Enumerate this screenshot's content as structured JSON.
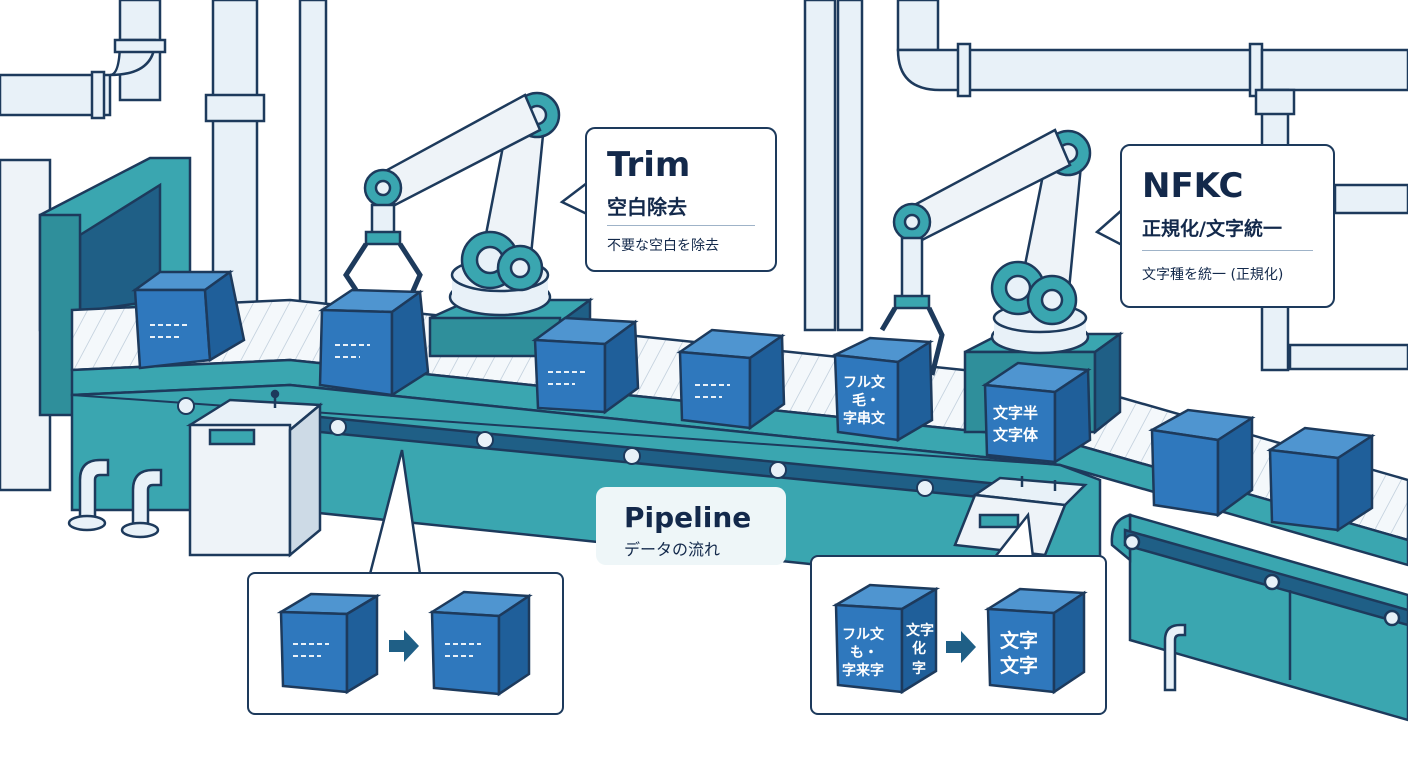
{
  "trim_callout": {
    "title": "Trim",
    "subtitle": "空白除去",
    "description": "不要な空白を除去"
  },
  "nfkc_callout": {
    "title": "NFKC",
    "subtitle": "正規化/文字統一",
    "description": "文字種を統一 (正規化)"
  },
  "pipeline_label": {
    "title": "Pipeline",
    "subtitle": "データの流れ"
  },
  "box_text": {
    "held_line1": "フル文",
    "held_line2": "毛・",
    "held_line3": "字串文",
    "normalized_line1": "文字半",
    "normalized_line2": "文字体",
    "inset_mixed_left_1": "フル文",
    "inset_mixed_left_2": "も・",
    "inset_mixed_left_3": "字来字",
    "inset_mixed_right_1": "文字",
    "inset_mixed_right_2": "化",
    "inset_mixed_right_3": "字",
    "inset_clean_1": "文字",
    "inset_clean_2": "文字"
  },
  "colors": {
    "outline": "#1d3a5c",
    "box_blue": "#2f78bd",
    "teal": "#3aa6b0",
    "pipe": "#e8f1f8"
  }
}
